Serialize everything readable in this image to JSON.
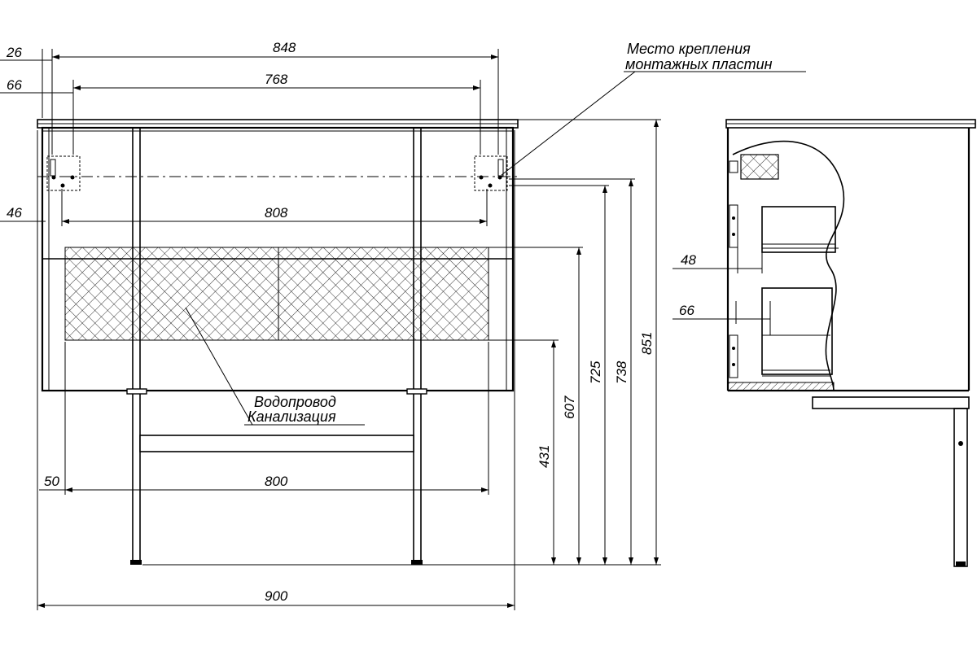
{
  "dimensions": {
    "d26": "26",
    "d66_top": "66",
    "d848": "848",
    "d768": "768",
    "d46": "46",
    "d808": "808",
    "d50": "50",
    "d800": "800",
    "d900": "900",
    "d431": "431",
    "d607": "607",
    "d725": "725",
    "d738": "738",
    "d851": "851",
    "d48_side": "48",
    "d66_side": "66"
  },
  "annotations": {
    "mount_line1": "Место крепления",
    "mount_line2": "монтажных пластин",
    "pipes_line1": "Водопровод",
    "pipes_line2": "Канализация"
  }
}
